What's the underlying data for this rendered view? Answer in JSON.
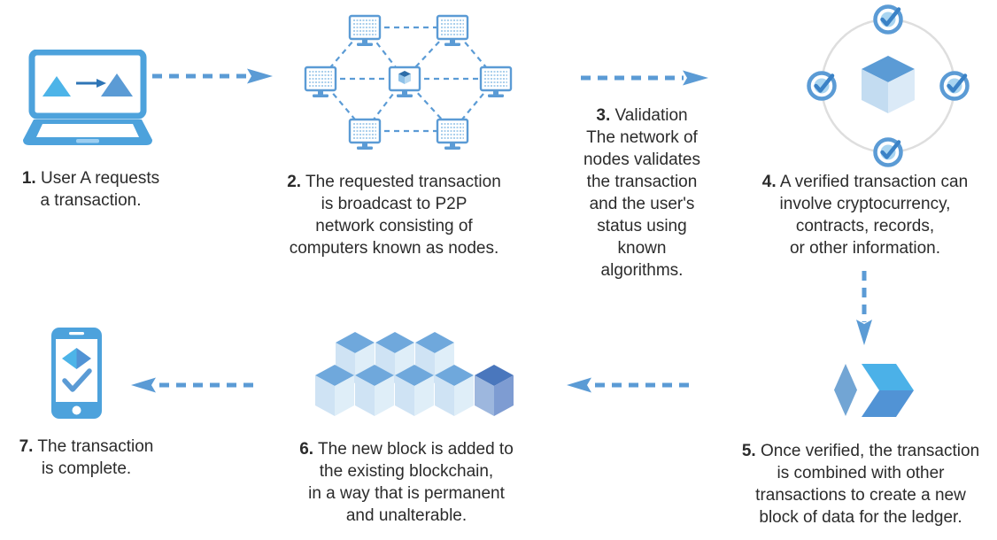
{
  "colors": {
    "accent": "#5b9bd5",
    "frame": "#4da2dc",
    "bright": "#4db4e8",
    "dark-arrow": "#2e75b6",
    "text": "#2b2b2b",
    "ring-gray": "#dedede",
    "badge-fill": "#a9d5f1",
    "check": "#3b82c6",
    "screen-lines": "#aacfec",
    "pad": "#9dcef0",
    "cube-top": "#6fa8dc",
    "cube-left": "#cfe3f4",
    "cube-right": "#dfeef8",
    "dark-cube-top": "#4a77bd",
    "dark-cube-left": "#9db7de",
    "dark-cube-right": "#7e9cd2",
    "diamond": "#72a5d4",
    "chev-top": "#4bb1e8",
    "chev-bottom": "#5193d5",
    "s4-cube-left": "#c3dcf1",
    "s4-cube-right": "#dbeaf7",
    "mini-cube-top": "#2d6da8",
    "mini-cube-left": "#8ec1e8",
    "mini-cube-right": "#b8d9f0"
  },
  "steps": [
    {
      "num": "1.",
      "lines": [
        "User A requests",
        "a transaction."
      ]
    },
    {
      "num": "2.",
      "lines": [
        "The requested transaction",
        "is broadcast to P2P",
        "network consisting of",
        "computers known as nodes."
      ]
    },
    {
      "num": "3.",
      "lines": [
        "Validation",
        "The network of",
        "nodes validates",
        "the transaction",
        "and the user's",
        "status using",
        "known",
        "algorithms."
      ]
    },
    {
      "num": "4.",
      "lines": [
        "A verified transaction can",
        "involve cryptocurrency,",
        "contracts, records,",
        "or other information."
      ]
    },
    {
      "num": "5.",
      "lines": [
        "Once verified, the transaction",
        "is combined with other",
        "transactions to create a new",
        "block of data for the ledger."
      ]
    },
    {
      "num": "6.",
      "lines": [
        "The new block is added to",
        "the existing blockchain,",
        "in a way that is permanent",
        "and unalterable."
      ]
    },
    {
      "num": "7.",
      "lines": [
        "The transaction",
        "is complete."
      ]
    }
  ]
}
